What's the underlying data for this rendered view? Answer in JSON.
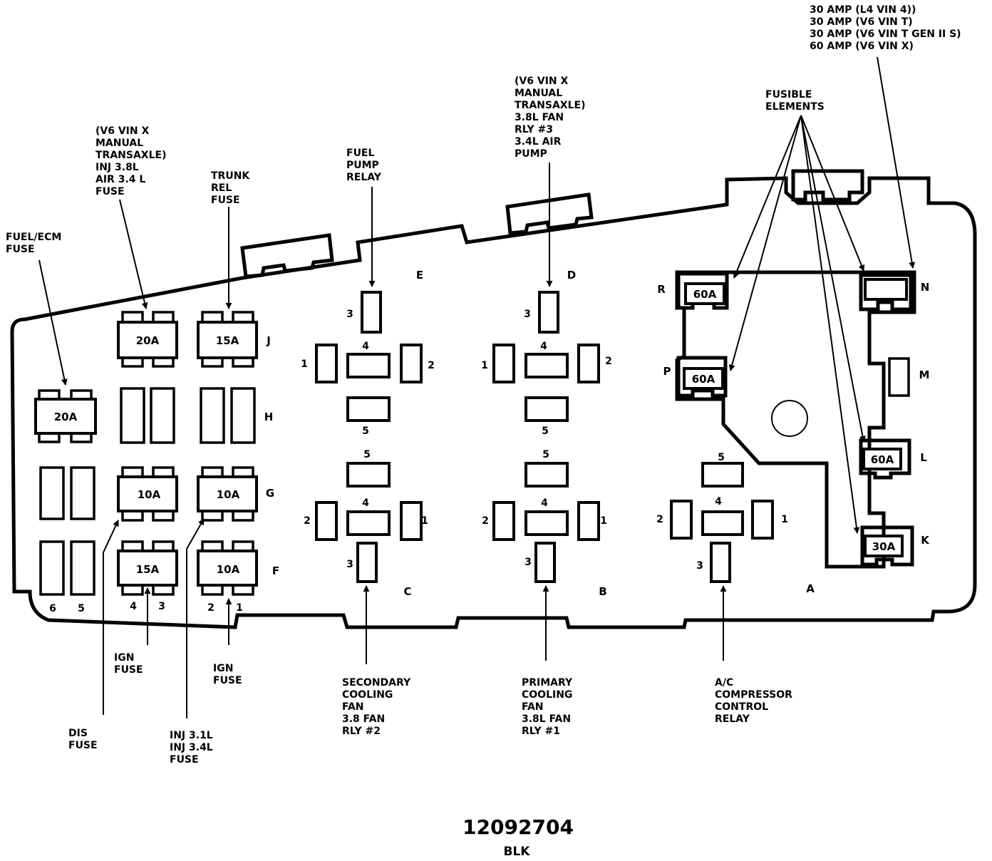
{
  "callouts": {
    "fuel_ecm": [
      "FUEL/ECM",
      "FUSE"
    ],
    "inj_38": [
      "(V6 VIN X",
      "MANUAL",
      "TRANSAXLE)",
      "INJ 3.8L",
      "AIR 3.4 L",
      "FUSE"
    ],
    "trunk": [
      "TRUNK",
      "REL",
      "FUSE"
    ],
    "fuel_pump": [
      "FUEL",
      "PUMP",
      "RELAY"
    ],
    "fan3": [
      "(V6 VIN X",
      "MANUAL",
      "TRANSAXLE)",
      "3.8L FAN",
      "RLY #3",
      "3.4L AIR",
      "PUMP"
    ],
    "fusible": [
      "FUSIBLE",
      "ELEMENTS"
    ],
    "amp_top": [
      "30 AMP (L4  VIN 4))",
      "30 AMP (V6 VIN T)",
      "30 AMP (V6 VIN T  GEN II S)",
      "60 AMP (V6 VIN X)"
    ],
    "ign1": [
      "IGN",
      "FUSE"
    ],
    "ign2": [
      "IGN",
      "FUSE"
    ],
    "dis": [
      "DIS",
      "FUSE"
    ],
    "inj_31": [
      "INJ 3.1L",
      "INJ 3.4L",
      "FUSE"
    ],
    "secondary": [
      "SECONDARY",
      "COOLING",
      "FAN",
      "3.8 FAN",
      "RLY #2"
    ],
    "primary": [
      "PRIMARY",
      "COOLING",
      "FAN",
      "3.8L FAN",
      "RLY #1"
    ],
    "ac": [
      "A/C",
      "COMPRESSOR",
      "CONTROL",
      "RELAY"
    ]
  },
  "fuses": {
    "ecm": "20A",
    "j1": "20A",
    "j2": "15A",
    "g1": "10A",
    "g2": "10A",
    "f1": "15A",
    "f2": "10A"
  },
  "fusible": {
    "r": "60A",
    "p": "60A",
    "l": "60A",
    "k": "30A"
  },
  "rows": {
    "j": "J",
    "h": "H",
    "g": "G",
    "f": "F",
    "e": "E",
    "d": "D",
    "c": "C",
    "b": "B",
    "a": "A",
    "r": "R",
    "p": "P",
    "n": "N",
    "m": "M",
    "l": "L",
    "k": "K"
  },
  "columns": [
    "6",
    "5",
    "4",
    "3",
    "2",
    "1"
  ],
  "relay_pins": {
    "p1": "1",
    "p2": "2",
    "p3": "3",
    "p4": "4",
    "p5": "5"
  },
  "part_number": "12092704",
  "connector_color": "BLK"
}
